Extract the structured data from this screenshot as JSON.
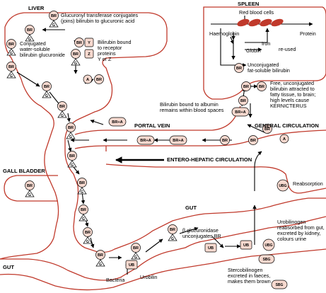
{
  "organs": {
    "liver": "LIVER",
    "spleen": "SPLEEN",
    "gall_bladder": "GALL BLADDER",
    "gut_mid": "GUT",
    "gut_left": "GUT"
  },
  "vessels": {
    "portal_vein": "PORTAL VEIN",
    "general_circulation": "GENERAL CIRCULATION",
    "entero_hepatic": "ENTERO-HEPATIC CIRCULATION"
  },
  "notes": {
    "glucuronyl_1": "Glucuronyl transferase conjugates",
    "glucuronyl_2": "(joins) bilirubin to glucuronic acid",
    "conjugated_1": "Conjugated",
    "conjugated_2": "water-soluble",
    "conjugated_3": "bilirubin glucuronide",
    "receptor_1": "Bilirubin bound",
    "receptor_2": "to receptor",
    "receptor_3": "proteins",
    "receptor_4": "Y or Z",
    "rbc": "Red blood cells",
    "haemoglobin": "Haemoglobin",
    "protein": "Protein",
    "iron": "Iron",
    "globin": "Globin",
    "reused": "re-used",
    "unconj_1": "Unconjugated",
    "unconj_2": "fat-soluble bilirubin",
    "free_1": "Free, unconjugated",
    "free_2": "bilirubin attracted to",
    "free_3": "fatty tissue, to brain;",
    "free_4": "high levels cause",
    "free_5": "KERNICTERUS",
    "albumin_1": "Bilirubin bound to albumin",
    "albumin_2": "remains within blood spaces",
    "reabsorption": "Reabsorption",
    "uro_1": "Urobilinogen",
    "uro_2": "reabsorbed from gut,",
    "uro_3": "excreted by kidney,",
    "uro_4": "colours  urine",
    "beta_1": "β glucuronidase",
    "beta_2": "unconjugates BR",
    "bacteria": "Bacteria",
    "urobilin": "Urobilin",
    "sterco_1": "Stercobilinogen",
    "sterco_2": "excreted in faeces,",
    "sterco_3": "makes them brown"
  },
  "tokens": {
    "br": "BR",
    "g": "G",
    "a": "A",
    "y": "Y",
    "z": "Z",
    "bra": "BR+A",
    "ub": "UB",
    "ubg": "UBG",
    "sbg": "SBG"
  },
  "colors": {
    "organ_outline": "#c0392b",
    "token_fill": "#f7d9cf",
    "rbc_fill": "#c0392b",
    "arrow": "#000000"
  }
}
